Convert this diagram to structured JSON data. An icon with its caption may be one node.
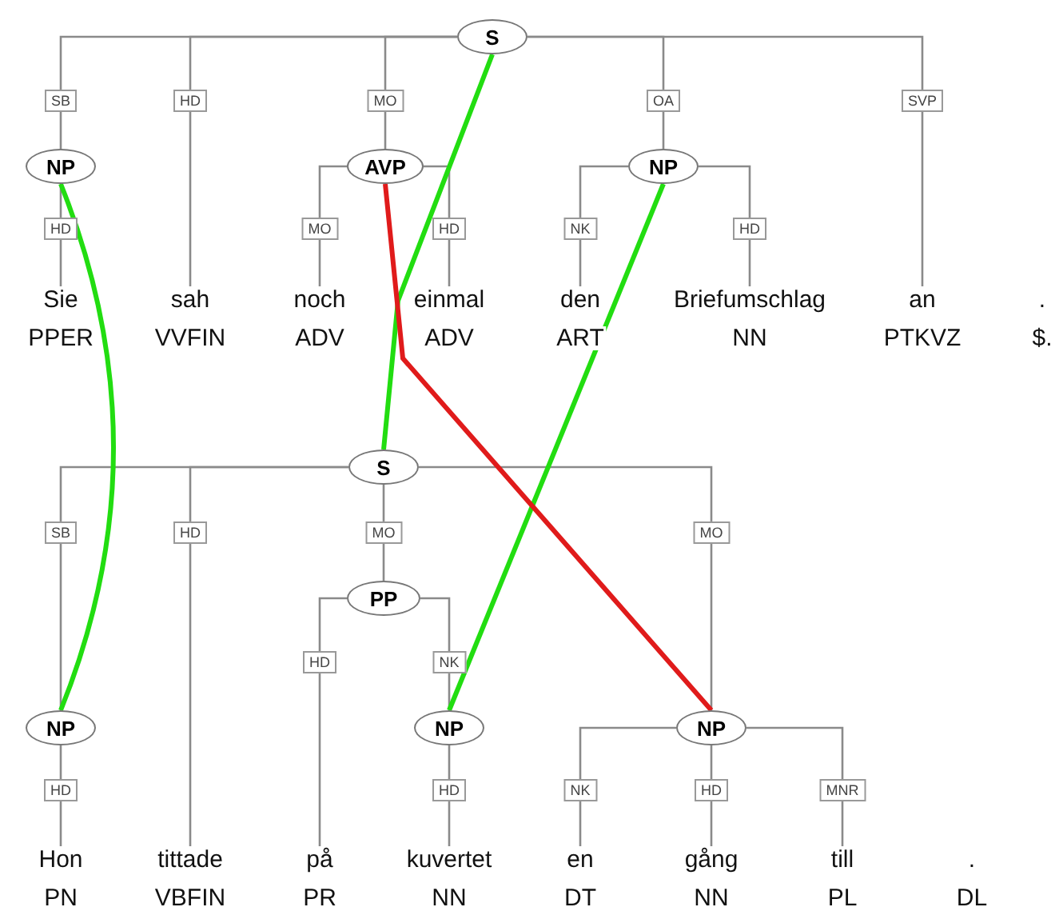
{
  "diagram": {
    "nodes": [
      {
        "text": [
          "S"
        ]
      },
      {
        "text": [
          "NP"
        ]
      },
      {
        "text": [
          "Sie",
          "PPER"
        ]
      },
      {
        "text": [
          "sah",
          "VVFIN"
        ]
      },
      {
        "text": [
          "AVP"
        ]
      },
      {
        "text": [
          "noch",
          "ADV"
        ]
      },
      {
        "text": [
          "einmal",
          "ADV"
        ]
      },
      {
        "text": [
          "NP"
        ]
      },
      {
        "text": [
          "den",
          "ART"
        ]
      },
      {
        "text": [
          "Briefumschlag",
          "NN"
        ]
      },
      {
        "text": [
          "an",
          "PTKVZ"
        ]
      },
      {
        "text": [
          ".",
          "$."
        ]
      },
      {
        "text": [
          "S"
        ]
      },
      {
        "text": [
          "NP"
        ]
      },
      {
        "text": [
          "Hon",
          "PN"
        ]
      },
      {
        "text": [
          "tittade",
          "VBFIN"
        ]
      },
      {
        "text": [
          "PP"
        ]
      },
      {
        "text": [
          "på",
          "PR"
        ]
      },
      {
        "text": [
          "NP"
        ]
      },
      {
        "text": [
          "kuvertet",
          "NN"
        ]
      },
      {
        "text": [
          "NP"
        ]
      },
      {
        "text": [
          "en",
          "DT"
        ]
      },
      {
        "text": [
          "gång",
          "NN"
        ]
      },
      {
        "text": [
          "till",
          "PL"
        ]
      },
      {
        "text": [
          ".",
          "DL"
        ]
      }
    ],
    "edges": [
      {
        "from": 0,
        "to": 1,
        "arrow": "none",
        "label": "SB"
      },
      {
        "from": 1,
        "to": 2,
        "arrow": "none",
        "label": "HD"
      },
      {
        "from": 0,
        "to": 3,
        "arrow": "none",
        "label": "HD"
      },
      {
        "from": 0,
        "to": 4,
        "arrow": "none",
        "label": "MO"
      },
      {
        "from": 4,
        "to": 5,
        "arrow": "none",
        "label": "MO"
      },
      {
        "from": 4,
        "to": 6,
        "arrow": "none",
        "label": "HD"
      },
      {
        "from": 0,
        "to": 7,
        "arrow": "none",
        "label": "OA"
      },
      {
        "from": 7,
        "to": 8,
        "arrow": "none",
        "label": "NK"
      },
      {
        "from": 7,
        "to": 9,
        "arrow": "none",
        "label": "HD"
      },
      {
        "from": 0,
        "to": 10,
        "arrow": "none",
        "label": "SVP"
      },
      {
        "from": 12,
        "to": 13,
        "arrow": "none",
        "label": "SB"
      },
      {
        "from": 13,
        "to": 14,
        "arrow": "none",
        "label": "HD"
      },
      {
        "from": 12,
        "to": 15,
        "arrow": "none",
        "label": "HD"
      },
      {
        "from": 12,
        "to": 16,
        "arrow": "none",
        "label": "MO"
      },
      {
        "from": 16,
        "to": 17,
        "arrow": "none",
        "label": "HD"
      },
      {
        "from": 16,
        "to": 18,
        "arrow": "none",
        "label": "NK"
      },
      {
        "from": 18,
        "to": 19,
        "arrow": "none",
        "label": "HD"
      },
      {
        "from": 12,
        "to": 20,
        "arrow": "none",
        "label": "MO"
      },
      {
        "from": 20,
        "to": 21,
        "arrow": "none",
        "label": "NK"
      },
      {
        "from": 20,
        "to": 22,
        "arrow": "none",
        "label": "HD"
      },
      {
        "from": 20,
        "to": 23,
        "arrow": "none",
        "label": "MNR"
      },
      {
        "from": 1,
        "to": 13,
        "arrow": "none",
        "style": "thick",
        "color": "#22dd11"
      },
      {
        "from": 0,
        "to": 12,
        "arrow": "none",
        "style": "thick",
        "color": "#22dd11"
      },
      {
        "from": 7,
        "to": 18,
        "arrow": "none",
        "style": "thick",
        "color": "#22dd11"
      },
      {
        "from": 4,
        "to": 20,
        "arrow": "none",
        "style": "thick",
        "color": "#e01b1b"
      }
    ]
  }
}
